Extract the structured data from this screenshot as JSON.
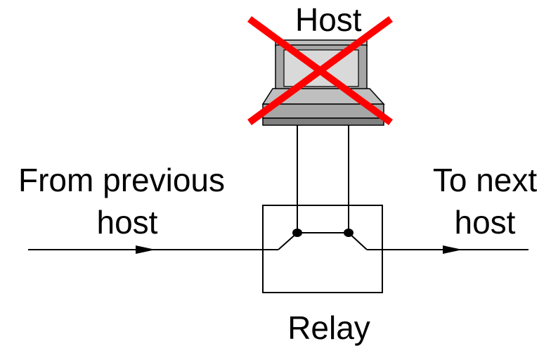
{
  "labels": {
    "host": "Host",
    "from_line1": "From previous",
    "from_line2": "host",
    "to_line1": "To next",
    "to_line2": "host",
    "relay": "Relay"
  },
  "host_state": "failed (crossed out)",
  "colors": {
    "line": "#000000",
    "cross": "#ff0000",
    "computer_body": "#a6a6a6",
    "computer_dark": "#808080",
    "computer_screen": "#d9d9d9"
  },
  "icons": {
    "host": "computer-icon",
    "failure_mark": "red-x-icon"
  }
}
